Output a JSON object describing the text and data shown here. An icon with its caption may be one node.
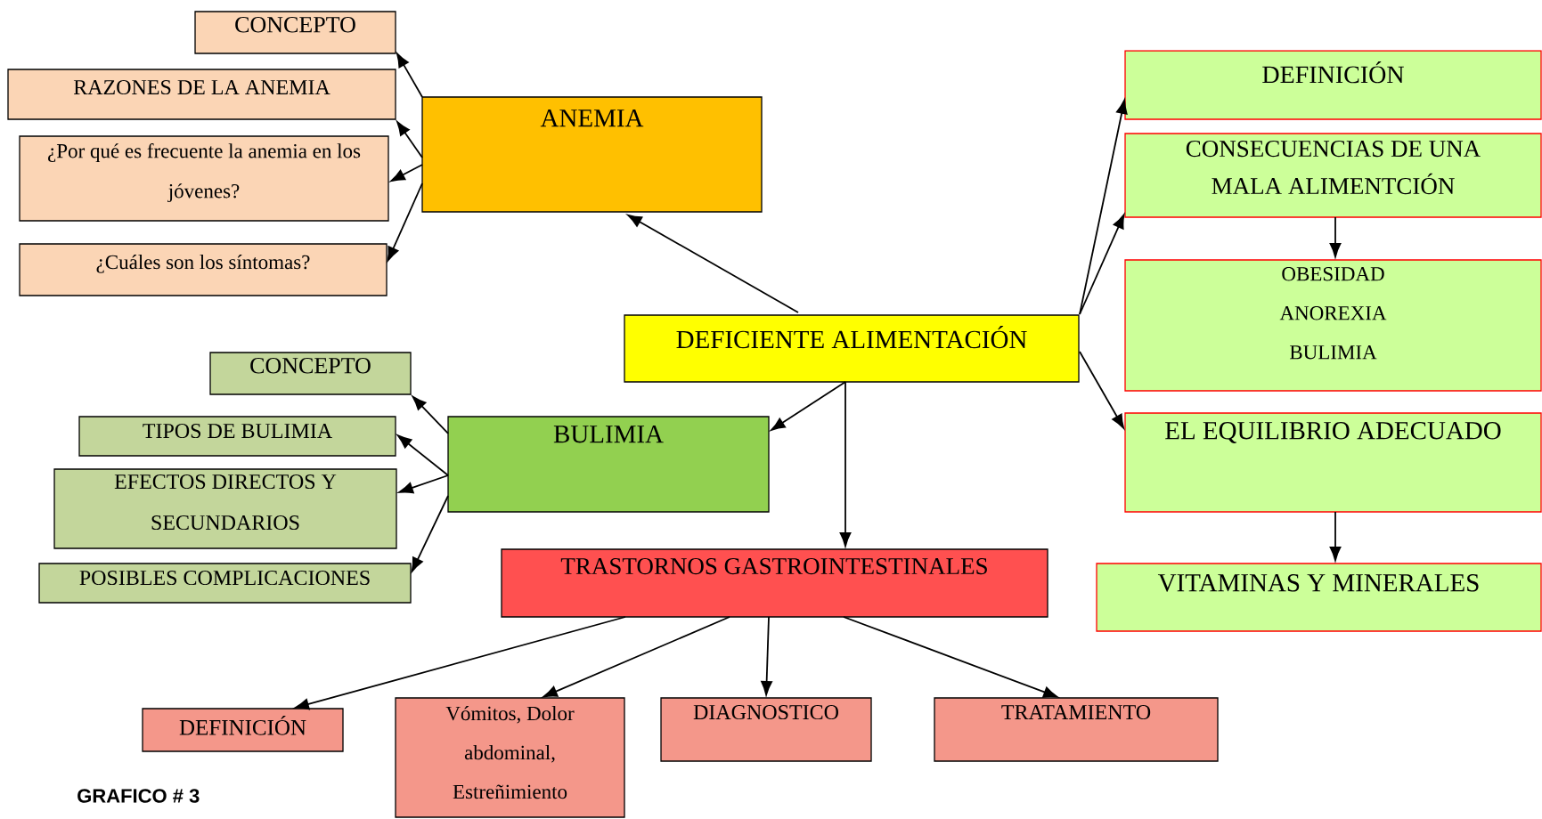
{
  "diagram": {
    "caption": "GRAFICO # 3",
    "nodes": [
      {
        "text": [
          "CONCEPTO"
        ]
      },
      {
        "text": [
          "RAZONES DE LA ANEMIA"
        ]
      },
      {
        "text": [
          "ANEMIA"
        ]
      },
      {
        "text": [
          "¿Por qué es frecuente la anemia en los jóvenes?"
        ]
      },
      {
        "text": [
          "¿Cuáles son los síntomas?"
        ]
      },
      {
        "text": [
          "DEFINICIÓN"
        ]
      },
      {
        "text": [
          "CONSECUENCIAS DE UNA MALA ALIMENTCIÓN"
        ]
      },
      {
        "text": [
          "OBESIDAD",
          "ANOREXIA",
          "BULIMIA"
        ]
      },
      {
        "text": [
          "DEFICIENTE ALIMENTACIÓN"
        ]
      },
      {
        "text": [
          "CONCEPTO"
        ]
      },
      {
        "text": [
          "TIPOS DE BULIMIA"
        ]
      },
      {
        "text": [
          "BULIMIA"
        ]
      },
      {
        "text": [
          "EL EQUILIBRIO ADECUADO"
        ]
      },
      {
        "text": [
          "EFECTOS DIRECTOS Y SECUNDARIOS"
        ]
      },
      {
        "text": [
          "POSIBLES COMPLICACIONES"
        ]
      },
      {
        "text": [
          "TRASTORNOS GASTROINTESTINALES"
        ]
      },
      {
        "text": [
          "VITAMINAS Y MINERALES"
        ]
      },
      {
        "text": [
          "DEFINICIÓN"
        ]
      },
      {
        "text": [
          "Vómitos, Dolor abdominal, Estreñimiento"
        ]
      },
      {
        "text": [
          "DIAGNOSTICO"
        ]
      },
      {
        "text": [
          "TRATAMIENTO"
        ]
      }
    ],
    "edges": [
      {
        "from": 2,
        "to": 0,
        "arrow": "to"
      },
      {
        "from": 2,
        "to": 1,
        "arrow": "to"
      },
      {
        "from": 2,
        "to": 3,
        "arrow": "to"
      },
      {
        "from": 2,
        "to": 4,
        "arrow": "to"
      },
      {
        "from": 8,
        "to": 2,
        "arrow": "to"
      },
      {
        "from": 8,
        "to": 5,
        "arrow": "to"
      },
      {
        "from": 8,
        "to": 6,
        "arrow": "to"
      },
      {
        "from": 6,
        "to": 7,
        "arrow": "to"
      },
      {
        "from": 8,
        "to": 12,
        "arrow": "to"
      },
      {
        "from": 12,
        "to": 16,
        "arrow": "to"
      },
      {
        "from": 8,
        "to": 11,
        "arrow": "to"
      },
      {
        "from": 8,
        "to": 15,
        "arrow": "to"
      },
      {
        "from": 11,
        "to": 9,
        "arrow": "to"
      },
      {
        "from": 11,
        "to": 10,
        "arrow": "to"
      },
      {
        "from": 11,
        "to": 13,
        "arrow": "to"
      },
      {
        "from": 11,
        "to": 14,
        "arrow": "to"
      },
      {
        "from": 15,
        "to": 17,
        "arrow": "to"
      },
      {
        "from": 15,
        "to": 18,
        "arrow": "to"
      },
      {
        "from": 15,
        "to": 19,
        "arrow": "to"
      },
      {
        "from": 15,
        "to": 20,
        "arrow": "to"
      }
    ]
  }
}
